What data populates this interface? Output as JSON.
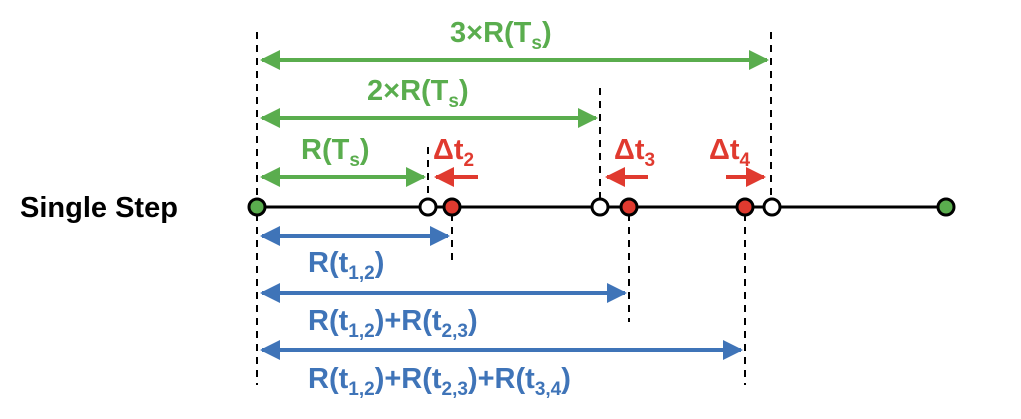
{
  "row_label": "Single Step",
  "colors": {
    "green": "#5aad4e",
    "red": "#e03a2f",
    "blue": "#3f74b8",
    "black": "#000000"
  },
  "green_labels": {
    "r_ts": {
      "main": "R(T",
      "sub": "s",
      "close": ")"
    },
    "two_r_ts": {
      "main": "2×R(T",
      "sub": "s",
      "close": ")"
    },
    "three_r_ts": {
      "main": "3×R(T",
      "sub": "s",
      "close": ")"
    }
  },
  "red_labels": {
    "dt2": {
      "main": "Δt",
      "sub": "2"
    },
    "dt3": {
      "main": "Δt",
      "sub": "3"
    },
    "dt4": {
      "main": "Δt",
      "sub": "4"
    }
  },
  "blue_labels": {
    "r_t12": {
      "parts": [
        "R(t",
        "1,2",
        ")"
      ]
    },
    "r_t12_t23": {
      "parts": [
        "R(t",
        "1,2",
        ")+R(t",
        "2,3",
        ")"
      ]
    },
    "r_t12_t23_t34": {
      "parts": [
        "R(t",
        "1,2",
        ")+R(t",
        "2,3",
        ")+R(t",
        "3,4",
        ")"
      ]
    }
  }
}
